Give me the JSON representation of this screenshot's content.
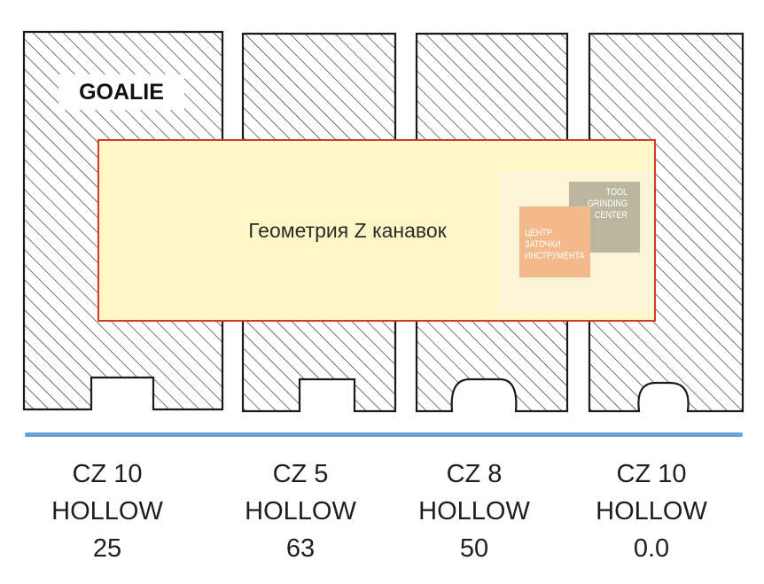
{
  "goalie_label": "GOALIE",
  "caption": "Геометрия Z канавок",
  "logo": {
    "name_en": [
      "TOOL",
      "GRINDING",
      "CENTER"
    ],
    "name_ru": [
      "ЦЕНТР",
      "ЗАТОЧКИ",
      "ИНСТРУМЕНТА"
    ]
  },
  "profiles": [
    {
      "name": "CZ 10",
      "type": "HOLLOW",
      "value": "25"
    },
    {
      "name": "CZ 5",
      "type": "HOLLOW",
      "value": "63"
    },
    {
      "name": "CZ 8",
      "type": "HOLLOW",
      "value": "50"
    },
    {
      "name": "CZ 10",
      "type": "HOLLOW",
      "value": "0.0"
    }
  ],
  "colors": {
    "outline": "#1a1a1a",
    "hatch": "#2a2a2a",
    "caption_fill": "#fdf7c6",
    "caption_border": "#d23a2a",
    "divider": "#6aa2d2",
    "logo_green": "#bab79e",
    "logo_orange": "#f3b98a"
  }
}
